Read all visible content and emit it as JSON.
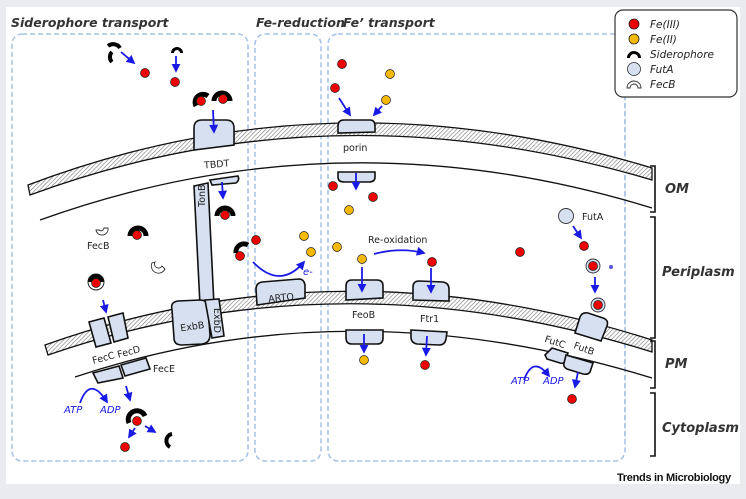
{
  "sections": {
    "siderophore": "Siderophore transport",
    "fe_reduction": "Fe-reduction",
    "fe_transport": "Fe’ transport"
  },
  "legend": {
    "items": [
      {
        "symbol": "red-circle",
        "label": "Fe(III)",
        "color": "#ee0000"
      },
      {
        "symbol": "yellow-circle",
        "label": "Fe(II)",
        "color": "#f5b800"
      },
      {
        "symbol": "black-arc",
        "label": "Siderophore",
        "color": "#000000"
      },
      {
        "symbol": "light-blue-circle",
        "label": "FutA",
        "color": "#d6e0f0"
      },
      {
        "symbol": "open-arc",
        "label": "FecB",
        "color": "#ffffff"
      }
    ]
  },
  "proteins": {
    "tbdt": "TBDT",
    "tonb": "TonB",
    "exbb": "ExbB",
    "exbd": "ExbD",
    "fecb": "FecB",
    "fecc": "FecC",
    "fecd": "FecD",
    "fece": "FecE",
    "porin": "porin",
    "arto": "ARTO",
    "feob": "FeoB",
    "ftr1": "Ftr1",
    "futa": "FutA",
    "futb": "FutB",
    "futc": "FutC"
  },
  "annotations": {
    "atp_left": "ATP",
    "adp_left": "ADP",
    "atp_right": "ATP",
    "adp_right": "ADP",
    "electron": "e-",
    "reoxidation": "Re-oxidation"
  },
  "layers": {
    "om": "OM",
    "periplasm": "Periplasm",
    "pm": "PM",
    "cytoplasm": "Cytoplasm"
  },
  "colors": {
    "fe3": "#ee0000",
    "fe2": "#f5b800",
    "protein": "#d6e0f0",
    "arrow": "#1a1ae6",
    "dash": "#a9c4e8"
  },
  "footer": "Trends in Microbiology"
}
